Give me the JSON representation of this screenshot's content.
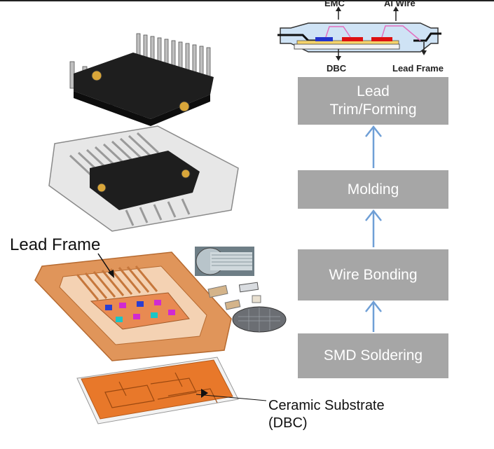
{
  "cross_section": {
    "label_emc": "EMC",
    "label_al_wire": "Al Wire",
    "label_dbc": "DBC",
    "label_lead_frame": "Lead Frame"
  },
  "steps": [
    {
      "label": "Lead\nTrim/Forming"
    },
    {
      "label": "Molding"
    },
    {
      "label": "Wire Bonding"
    },
    {
      "label": "SMD Soldering"
    }
  ],
  "labels": {
    "lead_frame": "Lead Frame",
    "ceramic_substrate": "Ceramic Substrate\n(DBC)"
  },
  "colors": {
    "step_box": "#a6a6a6",
    "arrow": "#6f9fd6",
    "copper": "#e0955a",
    "dbc_orange": "#e8782a",
    "mold_black": "#1e1e1e"
  }
}
